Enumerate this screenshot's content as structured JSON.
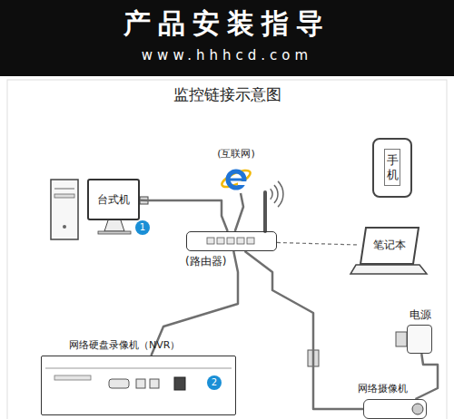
{
  "diagram": {
    "title": "监控链接示意图",
    "nodes": [
      {
        "text": [
          "(互联网)"
        ]
      },
      {
        "text": [
          "手机"
        ]
      },
      {
        "text": [
          "台式机"
        ]
      },
      {
        "text": [
          "(路由器)"
        ]
      },
      {
        "text": [
          "笔记本"
        ]
      },
      {
        "text": [
          "电源"
        ]
      },
      {
        "text": [
          "网络硬盘录像机（NVR）"
        ]
      },
      {
        "text": [
          "网络摄像机"
        ]
      }
    ],
    "edges": [
      {
        "from": 2,
        "to": 3,
        "arrow": "none"
      },
      {
        "from": 0,
        "to": 3,
        "arrow": "none"
      },
      {
        "from": 3,
        "to": 4,
        "arrow": "none"
      },
      {
        "from": 3,
        "to": 6,
        "arrow": "none"
      },
      {
        "from": 3,
        "to": 7,
        "arrow": "none"
      },
      {
        "from": 5,
        "to": 7,
        "arrow": "none"
      }
    ],
    "labels": [
      "产品安装指导",
      "www.hhhcd.com",
      "1",
      "2"
    ]
  }
}
